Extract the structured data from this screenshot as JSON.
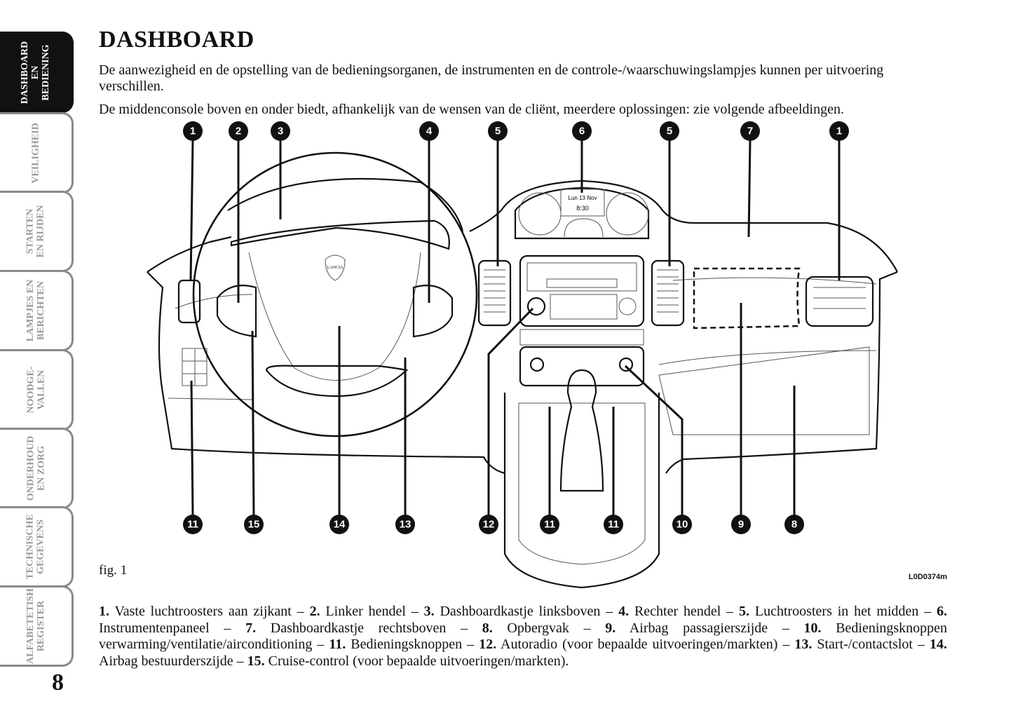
{
  "sidebar": {
    "tabs": [
      {
        "lines": [
          "DASHBOARD",
          "EN",
          "BEDIENING"
        ],
        "active": true
      },
      {
        "lines": [
          "VEILIGHEID"
        ],
        "active": false
      },
      {
        "lines": [
          "STARTEN",
          "EN RIJDEN"
        ],
        "active": false
      },
      {
        "lines": [
          "LAMPJES EN",
          "BERICHTEN"
        ],
        "active": false
      },
      {
        "lines": [
          "NOODGE-",
          "VALLEN"
        ],
        "active": false
      },
      {
        "lines": [
          "ONDERHOUD",
          "EN ZORG"
        ],
        "active": false
      },
      {
        "lines": [
          "TECHNISCHE",
          "GEGEVENS"
        ],
        "active": false
      },
      {
        "lines": [
          "ALFABETETISH",
          "REGISTER"
        ],
        "active": false
      }
    ],
    "page_number": "8"
  },
  "page": {
    "title": "DASHBOARD",
    "intro_1": "De aanwezigheid en de opstelling van de bedieningsorganen, de instrumenten en de controle-/waarschuwingslampjes kunnen per uitvoering verschillen.",
    "intro_2": "De middenconsole boven en onder biedt, afhankelijk van de wensen van de cliënt, meerdere oplossingen: zie volgende afbeeldingen."
  },
  "figure": {
    "label": "fig. 1",
    "code": "L0D0374m",
    "display_date": "Lun 13 Nov",
    "display_time": "8:30",
    "logo_text": "LANCIA",
    "callouts_top": [
      "1",
      "2",
      "3",
      "4",
      "5",
      "6",
      "5",
      "7",
      "1"
    ],
    "callouts_bottom": [
      "11",
      "15",
      "14",
      "13",
      "12",
      "11",
      "11",
      "10",
      "9",
      "8"
    ]
  },
  "legend": [
    {
      "num": "1.",
      "text": "Vaste luchtroosters aan zijkant"
    },
    {
      "num": "2.",
      "text": "Linker hendel"
    },
    {
      "num": "3.",
      "text": "Dashboardkastje linksboven"
    },
    {
      "num": "4.",
      "text": "Rechter hendel"
    },
    {
      "num": "5.",
      "text": "Luchtroosters in het midden"
    },
    {
      "num": "6.",
      "text": "Instrumentenpaneel"
    },
    {
      "num": "7.",
      "text": "Dashboardkastje rechtsboven"
    },
    {
      "num": "8.",
      "text": "Opbergvak"
    },
    {
      "num": "9.",
      "text": "Airbag passagierszijde"
    },
    {
      "num": "10.",
      "text": "Bedieningsknoppen verwarming/ventilatie/airconditioning"
    },
    {
      "num": "11.",
      "text": "Bedieningsknoppen"
    },
    {
      "num": "12.",
      "text": "Autoradio (voor bepaalde uitvoeringen/markten)"
    },
    {
      "num": "13.",
      "text": "Start-/contactslot"
    },
    {
      "num": "14.",
      "text": "Airbag bestuurderszijde"
    },
    {
      "num": "15.",
      "text": "Cruise-control (voor bepaalde uitvoeringen/markten)."
    }
  ]
}
